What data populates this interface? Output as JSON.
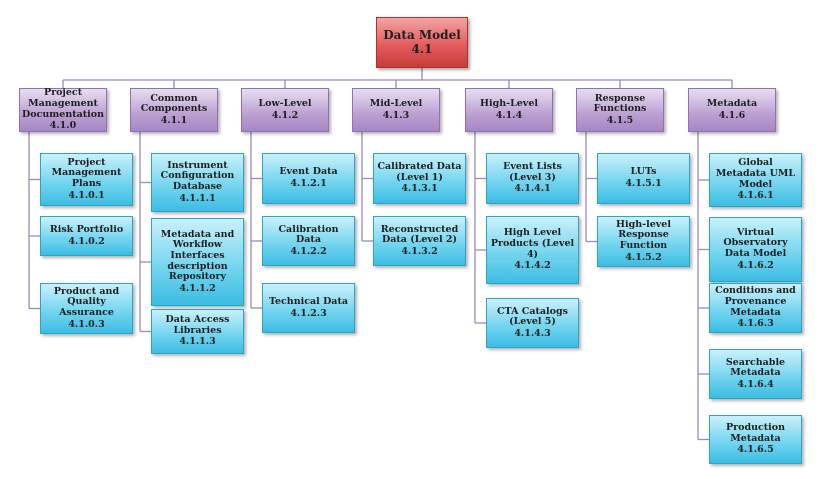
{
  "root": {
    "title": "Data Model",
    "code": "4.1"
  },
  "sections": [
    {
      "title": "Project Management Documentation",
      "code": "4.1.0",
      "items": [
        {
          "title": "Project Management Plans",
          "code": "4.1.0.1"
        },
        {
          "title": "Risk Portfolio",
          "code": "4.1.0.2"
        },
        {
          "title": "Product and Quality Assurance",
          "code": "4.1.0.3"
        }
      ]
    },
    {
      "title": "Common Components",
      "code": "4.1.1",
      "items": [
        {
          "title": "Instrument Configuration Database",
          "code": "4.1.1.1"
        },
        {
          "title": "Metadata and Workflow Interfaces description Repository",
          "code": "4.1.1.2"
        },
        {
          "title": "Data Access Libraries",
          "code": "4.1.1.3"
        }
      ]
    },
    {
      "title": "Low-Level",
      "code": "4.1.2",
      "items": [
        {
          "title": "Event Data",
          "code": "4.1.2.1"
        },
        {
          "title": "Calibration Data",
          "code": "4.1.2.2"
        },
        {
          "title": "Technical Data",
          "code": "4.1.2.3"
        }
      ]
    },
    {
      "title": "Mid-Level",
      "code": "4.1.3",
      "items": [
        {
          "title": "Calibrated Data (Level 1)",
          "code": "4.1.3.1"
        },
        {
          "title": "Reconstructed Data (Level 2)",
          "code": "4.1.3.2"
        }
      ]
    },
    {
      "title": "High-Level",
      "code": "4.1.4",
      "items": [
        {
          "title": "Event Lists (Level 3)",
          "code": "4.1.4.1"
        },
        {
          "title": "High Level Products (Level 4)",
          "code": "4.1.4.2"
        },
        {
          "title": "CTA Catalogs (Level 5)",
          "code": "4.1.4.3"
        }
      ]
    },
    {
      "title": "Response Functions",
      "code": "4.1.5",
      "items": [
        {
          "title": "LUTs",
          "code": "4.1.5.1"
        },
        {
          "title": "High-level Response Function",
          "code": "4.1.5.2"
        }
      ]
    },
    {
      "title": "Metadata",
      "code": "4.1.6",
      "items": [
        {
          "title": "Global Metadata UML Model",
          "code": "4.1.6.1"
        },
        {
          "title": "Virtual Observatory Data Model",
          "code": "4.1.6.2"
        },
        {
          "title": "Conditions and Provenance Metadata",
          "code": "4.1.6.3"
        },
        {
          "title": "Searchable Metadata",
          "code": "4.1.6.4"
        },
        {
          "title": "Production Metadata",
          "code": "4.1.6.5"
        }
      ]
    }
  ]
}
